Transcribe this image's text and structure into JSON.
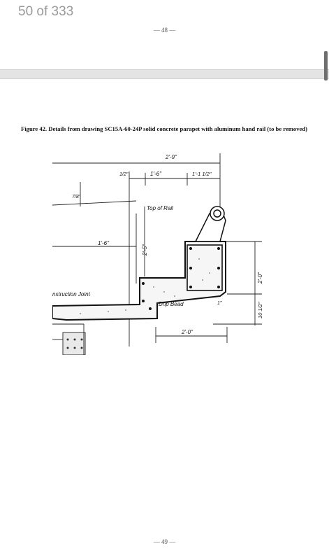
{
  "viewer": {
    "page_counter": "50 of 333"
  },
  "page_top": {
    "number": "— 48 —"
  },
  "page_bottom": {
    "number": "— 49 —"
  },
  "figure": {
    "caption": "Figure 42. Details from drawing SC15A-60-24P solid concrete parapet with aluminum hand rail (to be removed)",
    "drawing_labels": {
      "dim_total": "2'-9\"",
      "dim_quarter": "1/2\"",
      "dim_mid": "1'-6\"",
      "dim_right": "1'-1 1/2\"",
      "dim_left_vert": "7/8\"",
      "top_of_rail": "Top of Rail",
      "dim_left_horiz": "1'-6\"",
      "dim_height": "2'-5\"",
      "dim_parapet_h": "2'-0\"",
      "construction_joint": "nstruction Joint",
      "drip_bead": "Drip Bead",
      "dim_drip": "1\"",
      "dim_slab": "10 1/2\"",
      "dim_bottom": "2'-0\""
    }
  }
}
